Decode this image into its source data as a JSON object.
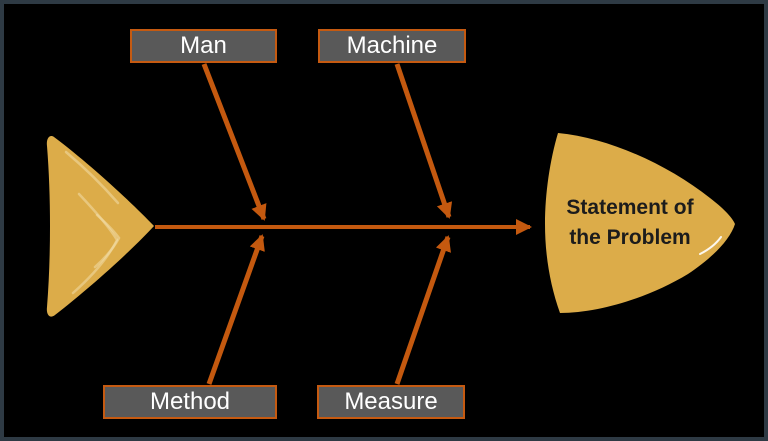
{
  "diagram": {
    "type": "fishbone",
    "head": {
      "label": "Statement of the Problem"
    },
    "causes": {
      "top": [
        {
          "id": "man",
          "label": "Man"
        },
        {
          "id": "machine",
          "label": "Machine"
        }
      ],
      "bottom": [
        {
          "id": "method",
          "label": "Method"
        },
        {
          "id": "measure",
          "label": "Measure"
        }
      ]
    }
  },
  "colors": {
    "background": "#000000",
    "frame_border": "#2E3A44",
    "accent_orange": "#C4590F",
    "box_fill": "#595959",
    "box_border": "#C55A11",
    "box_text": "#FFFFFF",
    "gold": "#DCAC49",
    "tail_streak": "#F2DFA9",
    "head_text": "#1C1C1C",
    "head_highlight": "#FFFFFF"
  }
}
